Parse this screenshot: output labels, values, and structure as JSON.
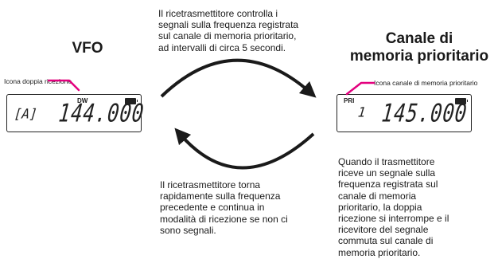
{
  "vfo": {
    "title": "VFO",
    "display": {
      "memory": "[A]",
      "frequency": "144.000",
      "tag": "DW"
    },
    "callout": "Icona doppia ricezione"
  },
  "priority": {
    "title_lines": [
      "Canale di",
      "memoria prioritario"
    ],
    "display": {
      "channel": "1",
      "frequency": "145.000",
      "tag": "PRI"
    },
    "callout": "Icona canale di memoria prioritario"
  },
  "top_text": [
    "Il ricetrasmettitore controlla i",
    "segnali sulla frequenza registrata",
    "sul canale di memoria prioritario,",
    "ad intervalli di circa 5 secondi."
  ],
  "bottom_left_text": [
    "Il ricetrasmettitore torna",
    "rapidamente sulla frequenza",
    "precedente e continua in",
    "modalità di ricezione se non ci",
    "sono segnali."
  ],
  "bottom_right_text": [
    "Quando il trasmettitore",
    "riceve un segnale sulla",
    "frequenza registrata sul",
    "canale di memoria",
    "prioritario, la doppia",
    "ricezione si interrompe e il",
    "ricevitore del segnale",
    "commuta sul canale di",
    "memoria prioritario."
  ],
  "colors": {
    "callout_line": "#e3007e",
    "ink": "#1a1a1a"
  }
}
